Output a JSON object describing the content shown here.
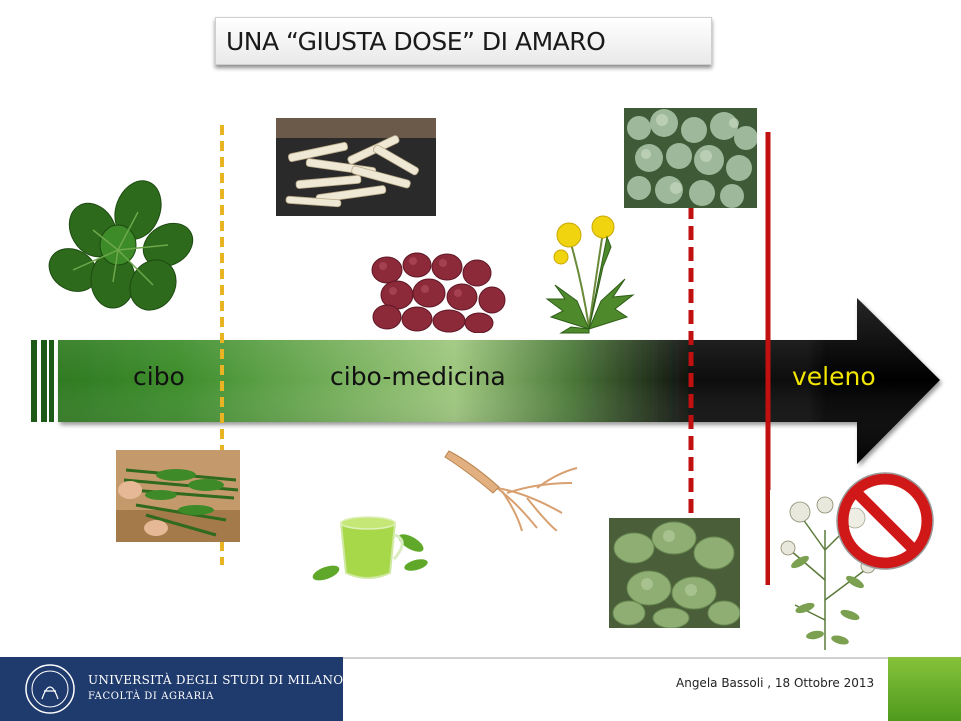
{
  "title": "UNA “GIUSTA  DOSE” DI AMARO",
  "arrow_labels": {
    "food": "cibo",
    "food_medicine": "cibo-medicina",
    "poison": "veleno"
  },
  "colors": {
    "food_label": "#111111",
    "poison_label": "#f2e600",
    "yellow_line": "#e8b423",
    "red_line": "#c01010",
    "arrow_green": "#3a8a2a",
    "footer_bg": "#1f3b6e"
  },
  "images": [
    "lamb-lettuce-photo",
    "cut-roots-photo",
    "red-potatoes-photo",
    "dandelion-illustration",
    "wormwood-photo",
    "chicory-greens-photo",
    "green-tea-cup-photo",
    "ginseng-root-photo",
    "horehound-photo",
    "hemlock-illustration"
  ],
  "footer": {
    "university": "UNIVERSITÀ DEGLI STUDI DI MILANO",
    "faculty": "FACOLTÀ DI AGRARIA",
    "author_date": "Angela Bassoli  , 18 Ottobre 2013"
  }
}
